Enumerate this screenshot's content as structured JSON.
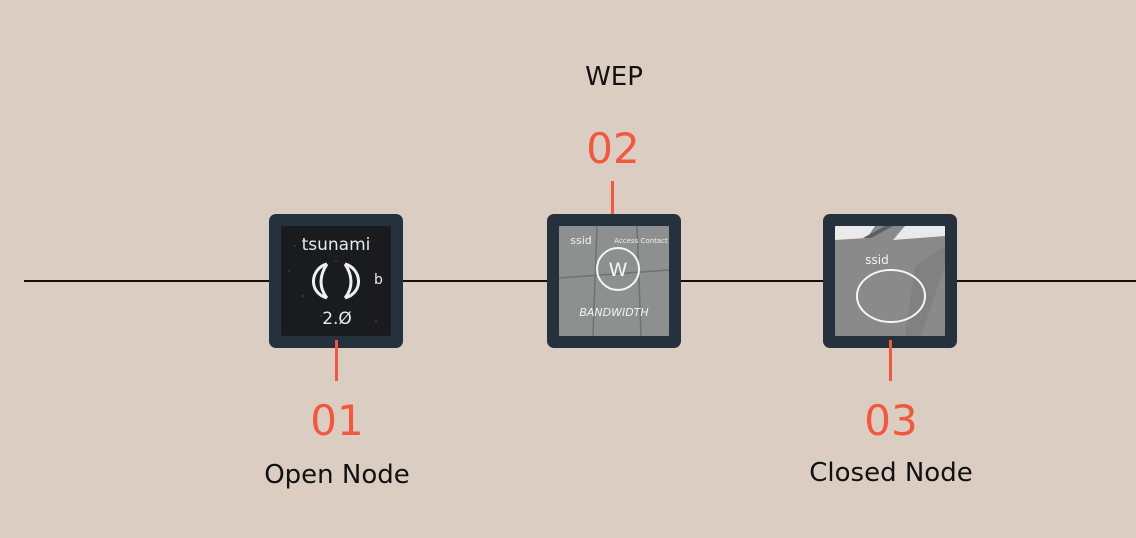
{
  "diagram": {
    "colors": {
      "background": "#dccdc2",
      "line": "#111111",
      "accent": "#f2583e",
      "frame": "#25313c"
    },
    "nodes": [
      {
        "number": "01",
        "label": "Open Node",
        "image_text": {
          "top": "tsunami",
          "side": "b",
          "bottom": "2.Ø"
        }
      },
      {
        "number": "02",
        "label": "WEP",
        "image_text": {
          "top_left": "ssid",
          "top_right": "Access Contact",
          "center": "W",
          "bottom": "BANDWIDTH"
        }
      },
      {
        "number": "03",
        "label": "Closed Node",
        "image_text": {
          "top": "ssid"
        }
      }
    ]
  }
}
